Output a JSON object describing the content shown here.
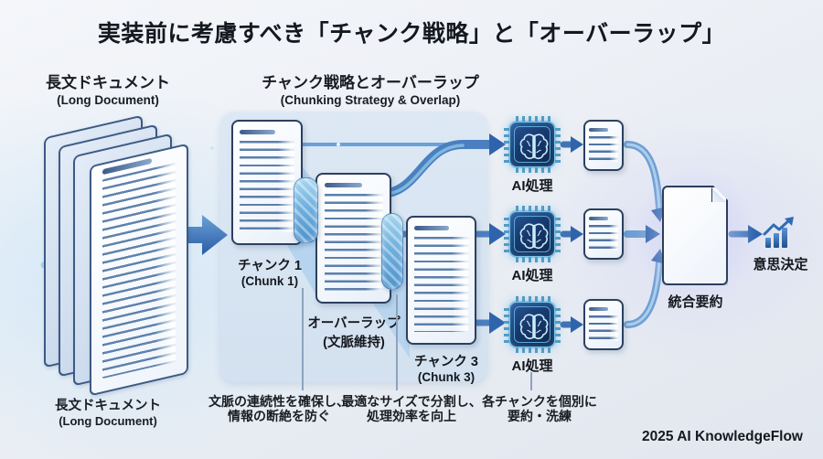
{
  "title": "実装前に考慮すべき「チャンク戦略」と「オーバーラップ」",
  "left": {
    "heading": "長文ドキュメント",
    "heading_sub": "(Long Document)",
    "caption": "長文ドキュメント",
    "caption_sub": "(Long Document)"
  },
  "middle": {
    "heading": "チャンク戦略とオーバーラップ",
    "heading_sub": "(Chunking Strategy & Overlap)",
    "chunks": [
      {
        "label": "チャンク 1",
        "sub": "(Chunk 1)"
      },
      {
        "label": "オーバーラップ",
        "sub": "(文脈維持)"
      },
      {
        "label": "チャンク 3",
        "sub": "(Chunk 3)"
      }
    ]
  },
  "processing": {
    "ai_steps": [
      {
        "label": "AI処理"
      },
      {
        "label": "AI処理"
      },
      {
        "label": "AI処理"
      }
    ]
  },
  "output": {
    "summary_label": "統合要約",
    "decision_label": "意思決定"
  },
  "annotations": [
    {
      "line1": "文脈の連続性を確保し、",
      "line2": "情報の断絶を防ぐ"
    },
    {
      "line1": "最適なサイズで分割し、",
      "line2": "処理効率を向上"
    },
    {
      "line1": "各チャンクを個別に",
      "line2": "要約・洗練"
    }
  ],
  "footer": "2025 AI KnowledgeFlow",
  "icons": {
    "ai_chip": "brain-chip-icon",
    "decision": "bar-chart-up-icon",
    "flow": "data-flow-lines"
  },
  "colors": {
    "arrow_blue": "#3a6db6",
    "deep_blue": "#2f64ad",
    "panel_blue": "#d8e4f2",
    "chip_navy": "#173a6e",
    "cyan_glow": "#9adcf5",
    "hatch_blue": "#6fb0de"
  }
}
